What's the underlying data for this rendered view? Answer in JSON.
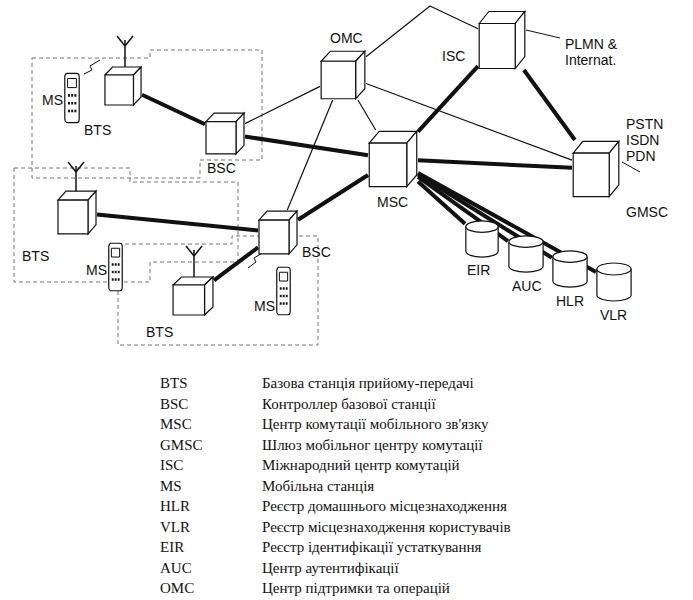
{
  "diagram": {
    "nodes": [
      {
        "text": [
          "MS"
        ]
      },
      {
        "text": [
          "BTS"
        ]
      },
      {
        "text": [
          "BSC"
        ]
      },
      {
        "text": [
          "OMC"
        ]
      },
      {
        "text": [
          "ISC"
        ]
      },
      {
        "text": [
          "GMSC"
        ]
      },
      {
        "text": [
          "MSC"
        ]
      },
      {
        "text": [
          "BTS"
        ]
      },
      {
        "text": [
          "MS"
        ]
      },
      {
        "text": [
          "BSC"
        ]
      },
      {
        "text": [
          "BTS"
        ]
      },
      {
        "text": [
          "MS"
        ]
      },
      {
        "text": [
          "EIR"
        ]
      },
      {
        "text": [
          "AUC"
        ]
      },
      {
        "text": [
          "HLR"
        ]
      },
      {
        "text": [
          "VLR"
        ]
      }
    ],
    "edges": [
      {
        "from": 1,
        "to": 2,
        "arrow": "none"
      },
      {
        "from": 2,
        "to": 6,
        "arrow": "none"
      },
      {
        "from": 7,
        "to": 9,
        "arrow": "none"
      },
      {
        "from": 9,
        "to": 10,
        "arrow": "none"
      },
      {
        "from": 9,
        "to": 6,
        "arrow": "none"
      },
      {
        "from": 6,
        "to": 4,
        "arrow": "none"
      },
      {
        "from": 6,
        "to": 5,
        "arrow": "none"
      },
      {
        "from": 4,
        "to": 5,
        "arrow": "none"
      },
      {
        "from": 6,
        "to": 12,
        "arrow": "none"
      },
      {
        "from": 6,
        "to": 13,
        "arrow": "none"
      },
      {
        "from": 6,
        "to": 14,
        "arrow": "none"
      },
      {
        "from": 6,
        "to": 15,
        "arrow": "none"
      },
      {
        "from": 3,
        "to": 2,
        "arrow": "none"
      },
      {
        "from": 3,
        "to": 9,
        "arrow": "none"
      },
      {
        "from": 3,
        "to": 6,
        "arrow": "none"
      },
      {
        "from": 3,
        "to": 4,
        "arrow": "none"
      },
      {
        "from": 3,
        "to": 5,
        "arrow": "none"
      }
    ],
    "labels": [
      "PLMN & Internat.",
      "PSTN ISDN PDN",
      "BTS",
      "Базова станція прийому-передачі",
      "BSC",
      "Контроллер базової станції",
      "MSC",
      "Центр комутації мобільного зв'язку",
      "GMSC",
      "Шлюз мобільног центру комутації",
      "ISC",
      "Міжнародний центр комутацій",
      "MS",
      "Мобільна станція",
      "HLR",
      "Реєстр домашнього місцезнаходження",
      "VLR",
      "Реєстр місцезнаходження користувачів",
      "EIR",
      "Реєстр ідентифікації устаткування",
      "AUC",
      "Центр аутентифікації",
      "OMC",
      "Центр підтримки та операцій"
    ]
  }
}
